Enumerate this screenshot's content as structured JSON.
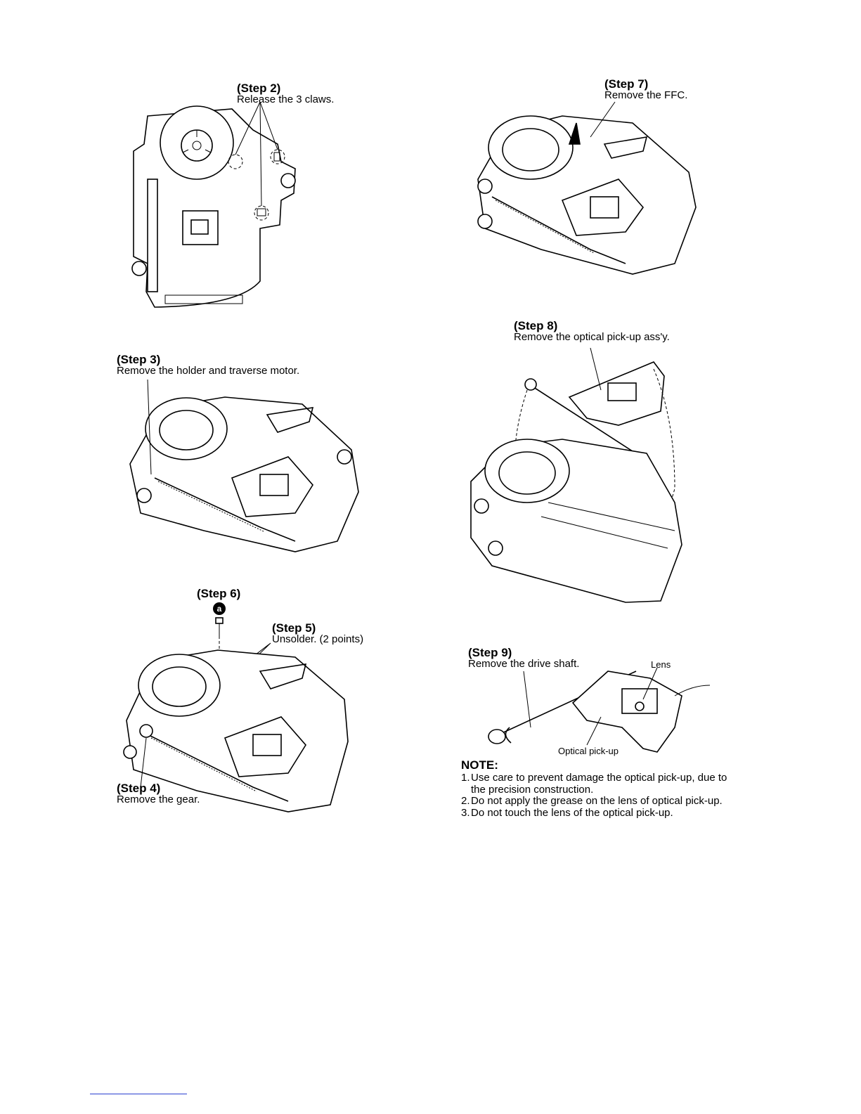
{
  "steps": {
    "s2": {
      "title": "(Step 2)",
      "text": "Release the 3 claws."
    },
    "s3": {
      "title": "(Step 3)",
      "text": "Remove the holder and traverse motor."
    },
    "s4": {
      "title": "(Step 4)",
      "text": "Remove the gear."
    },
    "s5": {
      "title": "(Step 5)",
      "text": "Unsolder. (2 points)"
    },
    "s6": {
      "title": "(Step 6)",
      "marker": "a"
    },
    "s7": {
      "title": "(Step 7)",
      "text": "Remove the FFC."
    },
    "s8": {
      "title": "(Step 8)",
      "text": "Remove the optical pick-up ass'y."
    },
    "s9": {
      "title": "(Step 9)",
      "text": "Remove the drive shaft.",
      "lens_label": "Lens",
      "pickup_label": "Optical pick-up"
    }
  },
  "note": {
    "title": "NOTE:",
    "items": [
      {
        "num": "1.",
        "text": "Use care to prevent damage the optical pick-up, due to the precision construction."
      },
      {
        "num": "2.",
        "text": "Do not apply the grease on the lens of optical pick-up."
      },
      {
        "num": "3.",
        "text": "Do not touch the lens of the optical pick-up."
      }
    ]
  }
}
